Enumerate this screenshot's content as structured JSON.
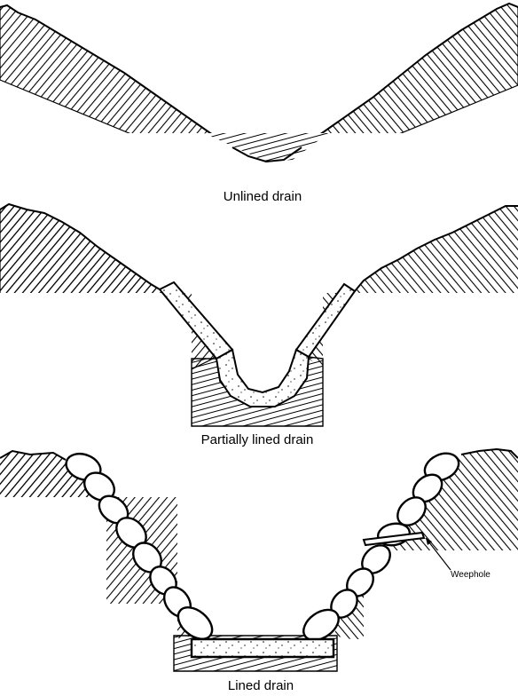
{
  "diagrams": [
    {
      "id": "unlined",
      "caption": "Unlined drain"
    },
    {
      "id": "partially-lined",
      "caption": "Partially lined drain"
    },
    {
      "id": "lined",
      "caption": "Lined drain",
      "callout": "Weephole"
    }
  ]
}
